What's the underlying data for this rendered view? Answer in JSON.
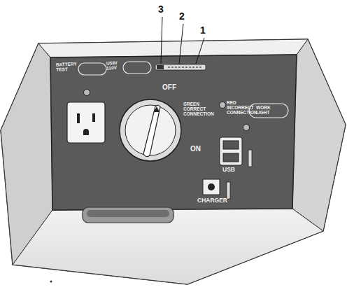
{
  "diagram": {
    "labels": [
      "3",
      "2",
      "1",
      "BATTERY TEST",
      "USB/ 110V",
      "GREEN CORRECT CONNECTION",
      "RED INCORRECT CONNECTION",
      "WORK LIGHT",
      "OFF",
      "ON",
      "USB",
      "CHARGER"
    ]
  }
}
